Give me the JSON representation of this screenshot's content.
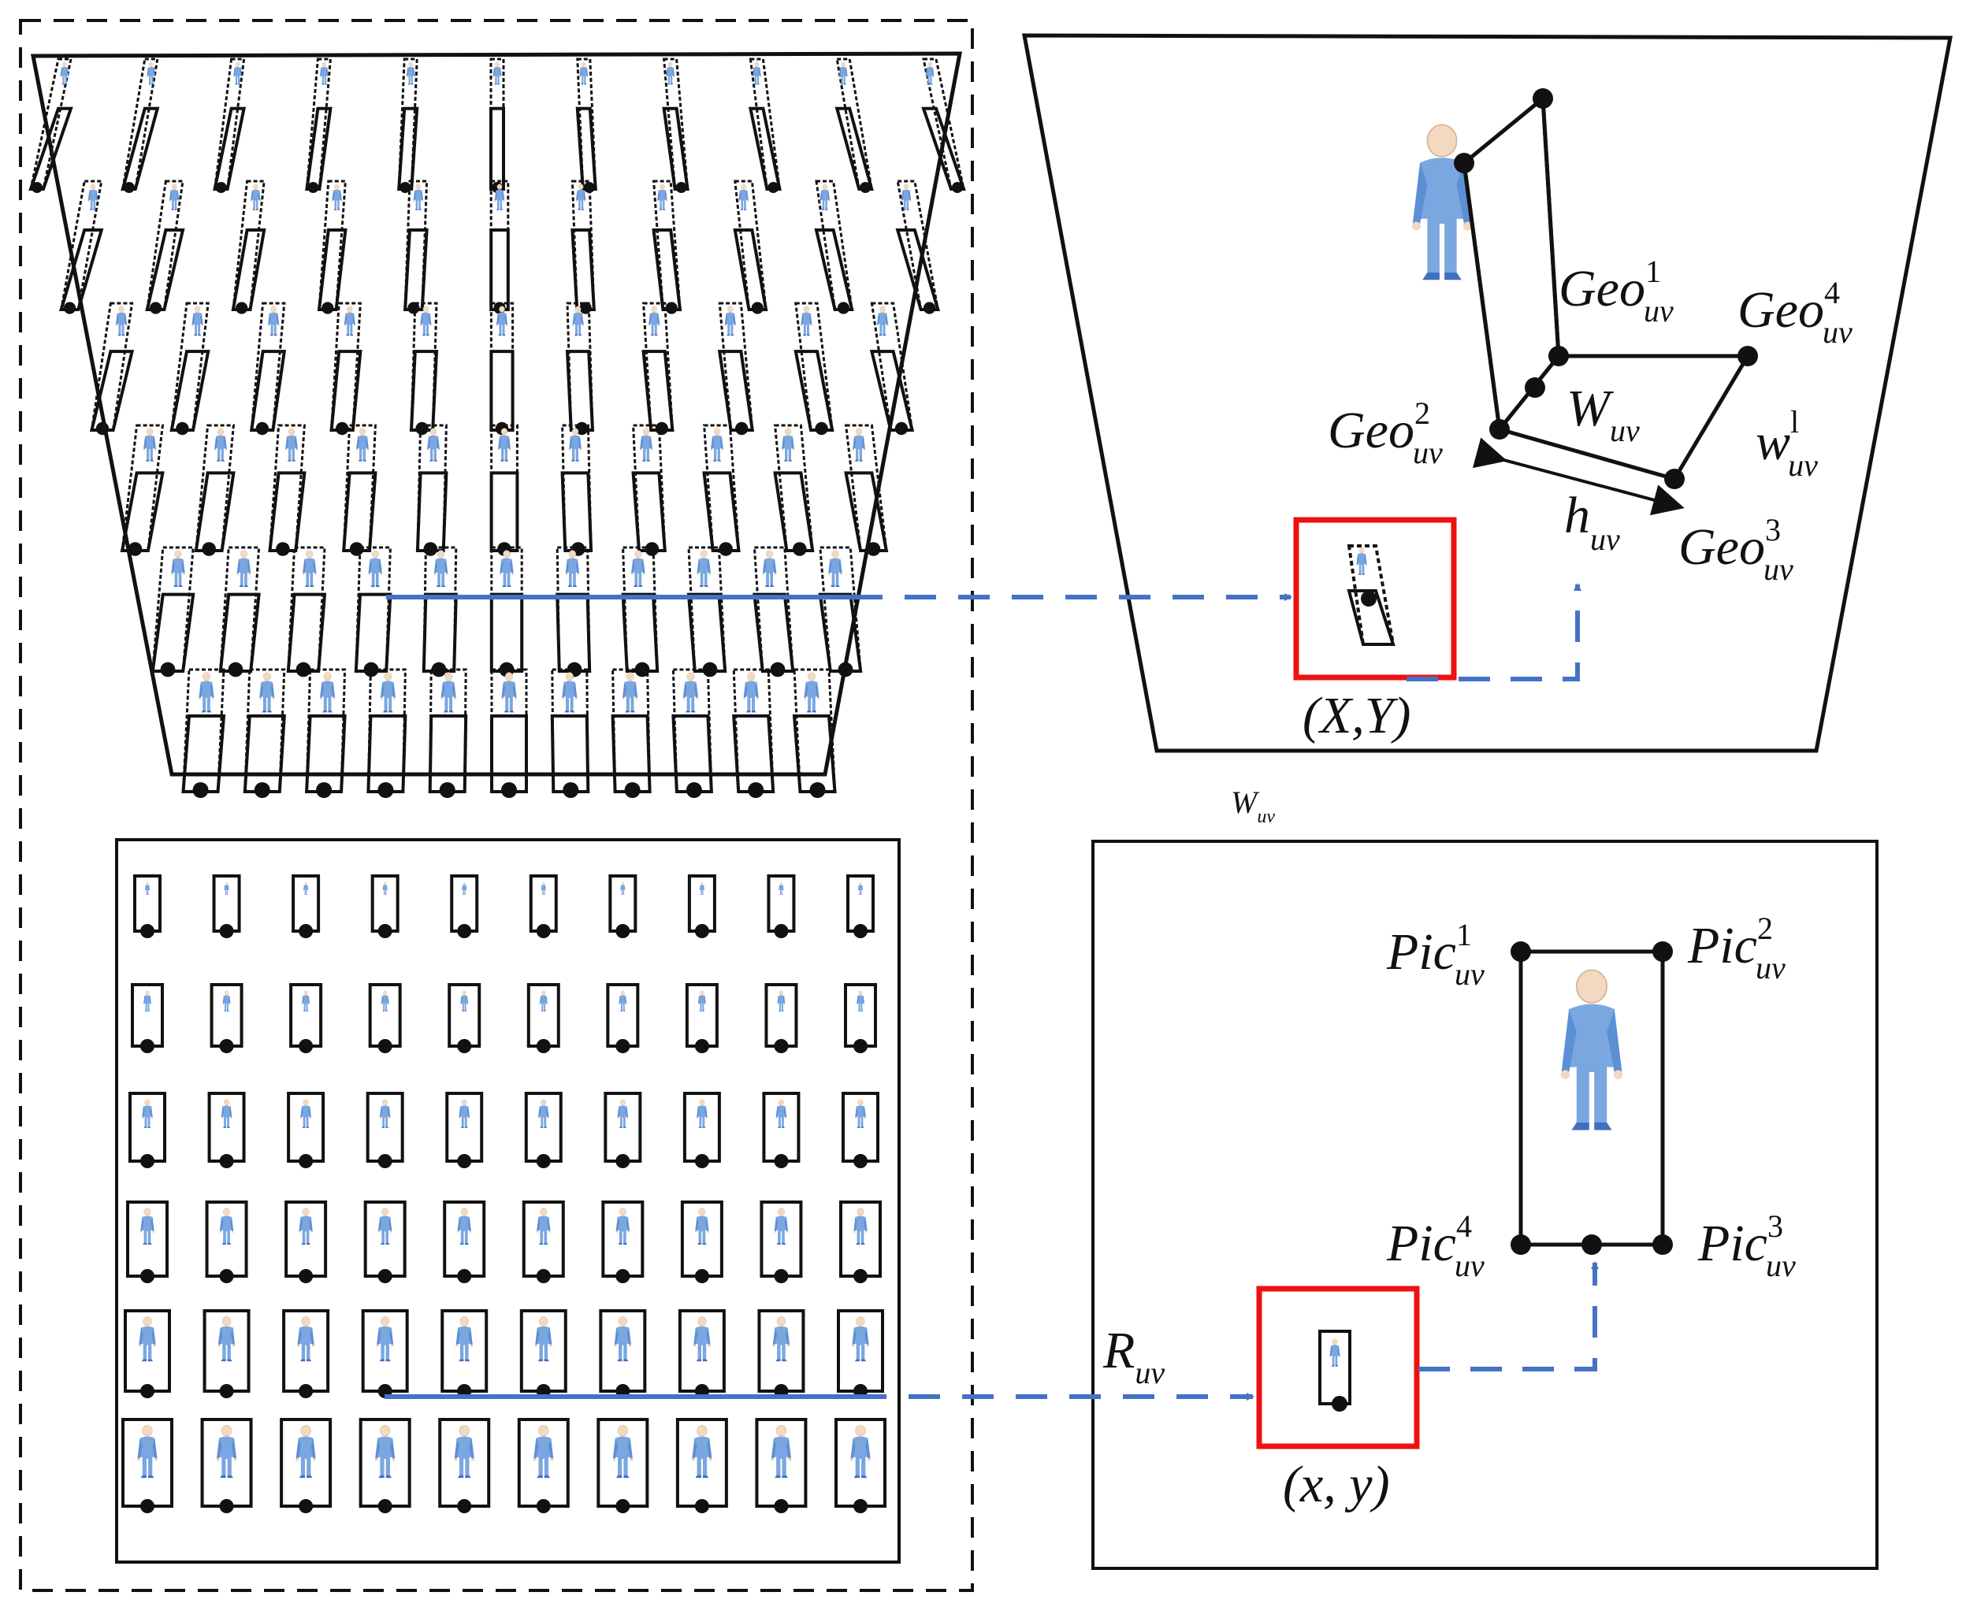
{
  "colors": {
    "frame": "#111111",
    "arrow": "#4472c4",
    "highlight": "#ee1111",
    "person_body": "#7aa7e0",
    "person_dark": "#3f6fc0",
    "person_skin": "#f3d9bf"
  },
  "icons": [
    "person-icon",
    "arrow-head-icon",
    "point-marker-icon"
  ],
  "grid": {
    "perspective_rows": 6,
    "perspective_cols": 11,
    "rectified_rows": 6,
    "rectified_cols": 10
  },
  "labels": {
    "geo1": {
      "base": "Geo",
      "sup": "1",
      "sub": "uv"
    },
    "geo2": {
      "base": "Geo",
      "sup": "2",
      "sub": "uv"
    },
    "geo3": {
      "base": "Geo",
      "sup": "3",
      "sub": "uv"
    },
    "geo4": {
      "base": "Geo",
      "sup": "4",
      "sub": "uv"
    },
    "w_upper": {
      "base": "W",
      "sub": "uv"
    },
    "w_lower": {
      "base": "w",
      "sup": "l",
      "sub": "uv"
    },
    "h": {
      "base": "h",
      "sub": "uv"
    },
    "XY": "(X,Y)",
    "xy": "(x, y)",
    "w_small": {
      "base": "W",
      "sub": "uv"
    },
    "pic1": {
      "base": "Pic",
      "sup": "1",
      "sub": "uv"
    },
    "pic2": {
      "base": "Pic",
      "sup": "2",
      "sub": "uv"
    },
    "pic3": {
      "base": "Pic",
      "sup": "3",
      "sub": "uv"
    },
    "pic4": {
      "base": "Pic",
      "sup": "4",
      "sub": "uv"
    },
    "R": {
      "base": "R",
      "sub": "uv"
    }
  }
}
